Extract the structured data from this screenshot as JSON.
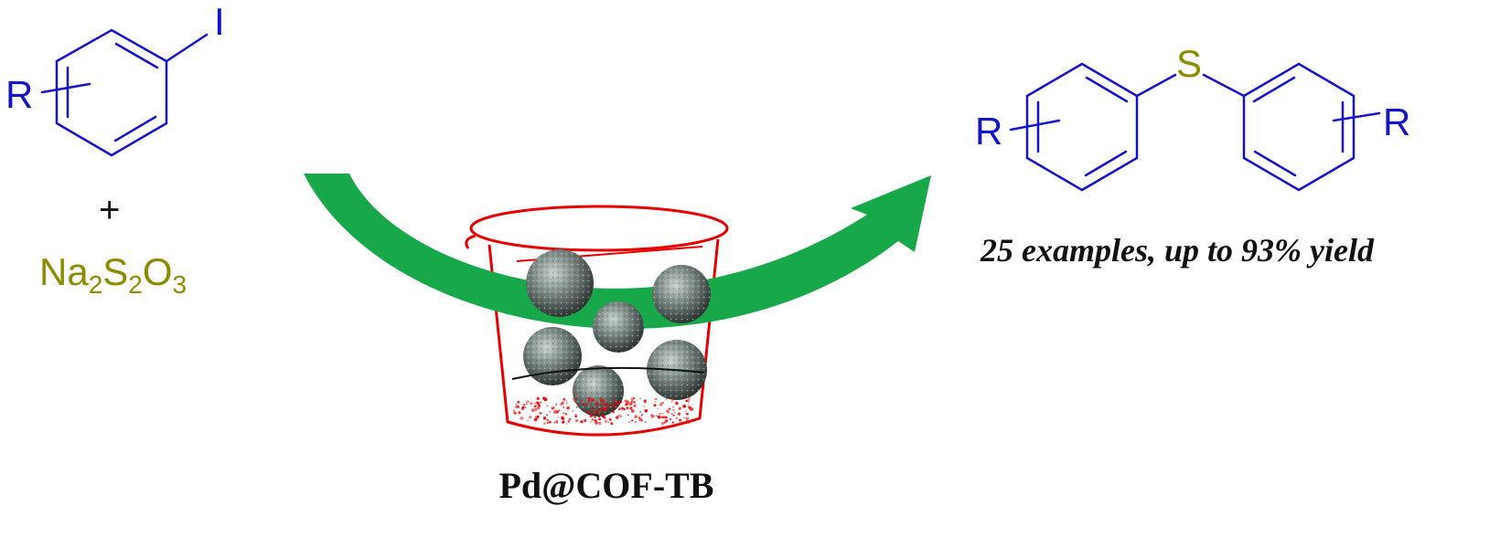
{
  "colors": {
    "bond": "#1414c8",
    "sulfur": "#8c8c00",
    "arrow": "#17a84a",
    "beaker": "#e60000",
    "text": "#111111"
  },
  "reactant": {
    "substituent": "R",
    "halogen": "I",
    "plus": "+",
    "reagent": {
      "base": "Na",
      "sub1": "2",
      "mid": "S",
      "sub2": "2",
      "end": "O",
      "sub3": "3"
    }
  },
  "product": {
    "left_substituent": "R",
    "sulfur": "S",
    "right_substituent": "R"
  },
  "catalyst": {
    "label": "Pd@COF-TB"
  },
  "result": {
    "caption": "25 examples, up to 93% yield"
  },
  "icons": [
    "curved-arrow-icon",
    "beaker-icon",
    "catalyst-sphere-icon"
  ]
}
